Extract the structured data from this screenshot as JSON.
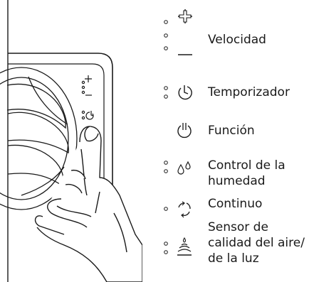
{
  "labels": {
    "velocidad": "Velocidad",
    "temporizador": "Temporizador",
    "funcion": "Función",
    "control_humedad": [
      "Control de la",
      "humedad"
    ],
    "continuo": "Continuo",
    "sensor": [
      "Sensor de",
      "calidad del aire/",
      "de la luz"
    ]
  },
  "icons": {
    "plus": "plus-icon",
    "minus": "minus-icon",
    "timer": "timer-icon",
    "power": "power-icon",
    "humidity": "humidity-drops-icon",
    "continuous": "continuous-cycle-icon",
    "sensor": "air-light-sensor-icon"
  },
  "colors": {
    "line": "#1a1a1a",
    "background": "#ffffff"
  }
}
